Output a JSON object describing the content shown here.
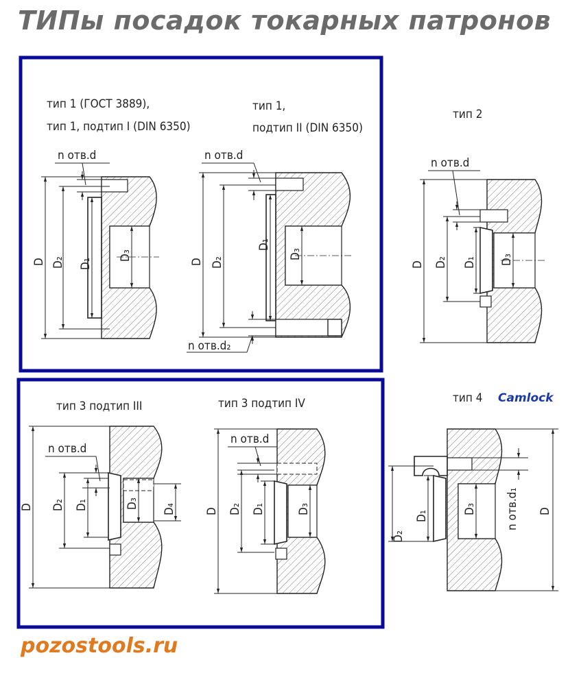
{
  "title": "ТИПы посадок токарных патронов",
  "footer": "pozostools.ru",
  "colors": {
    "frame": "#0a0a9a",
    "title": "#6b6b6b",
    "footer": "#e07a1f",
    "camlock": "#1a3aa8"
  },
  "panels": {
    "p1": {
      "cap1": "тип 1 (ГОСТ 3889),",
      "cap2": "тип 1, подтип I (DIN 6350)",
      "hole": "n отв.d",
      "D": "D",
      "D2": "D₂",
      "D1": "D₁",
      "D3": "D₃"
    },
    "p2": {
      "cap1": "тип 1,",
      "cap2": "подтип II (DIN 6350)",
      "hole": "n отв.d",
      "hole2": "n отв.d₂",
      "D": "D",
      "D2": "D₂",
      "D1": "D₁",
      "D3": "D₃"
    },
    "p3": {
      "cap1": "тип 2",
      "hole": "n отв.d",
      "D": "D",
      "D2": "D₂",
      "D1": "D₁",
      "D3": "D₃"
    },
    "p4": {
      "cap1": "тип 3 подтип III",
      "hole": "n отв.d",
      "D": "D",
      "D2": "D₂",
      "D1": "D₁",
      "D3": "D₃",
      "D4": "D₄"
    },
    "p5": {
      "cap1": "тип 3 подтип IV",
      "hole": "n отв.d",
      "D": "D",
      "D2": "D₂",
      "D1": "D₁",
      "D3": "D₃"
    },
    "p6": {
      "cap1": "тип 4",
      "cap2": "Camlock",
      "hole": "n отв.d₁",
      "D": "D",
      "D2": "D₂",
      "D1": "D₁",
      "D3": "D₃"
    }
  }
}
